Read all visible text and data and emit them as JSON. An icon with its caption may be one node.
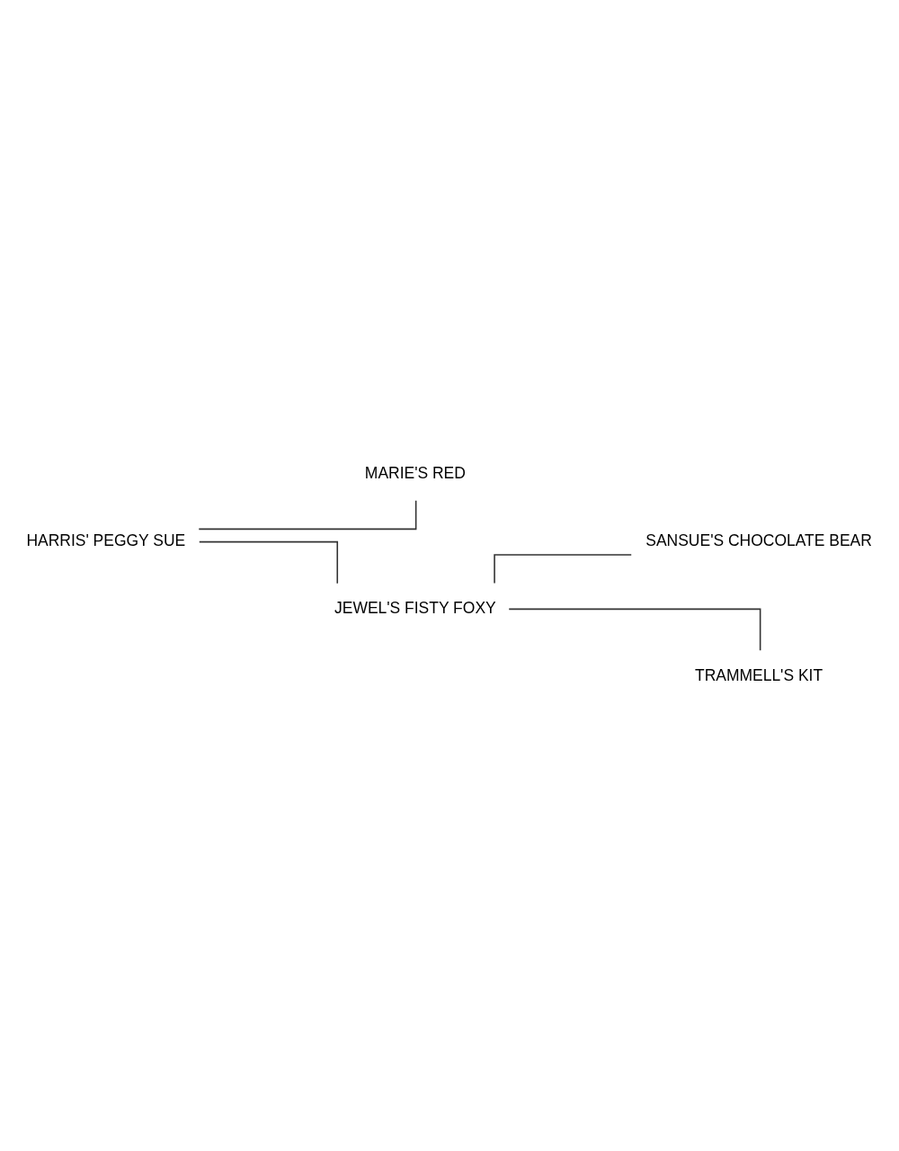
{
  "diagram": {
    "nodes": [
      {
        "text": [
          "HARRIS' PEGGY SUE"
        ]
      },
      {
        "text": [
          "MARIE'S RED"
        ]
      },
      {
        "text": [
          "JEWEL'S FISTY FOXY"
        ]
      },
      {
        "text": [
          "SANSUE'S CHOCOLATE BEAR"
        ]
      },
      {
        "text": [
          "TRAMMELL'S KIT"
        ]
      }
    ],
    "edges": [
      {
        "from": 0,
        "to": 1,
        "arrow": "none"
      },
      {
        "from": 0,
        "to": 2,
        "arrow": "none"
      },
      {
        "from": 2,
        "to": 3,
        "arrow": "none"
      },
      {
        "from": 2,
        "to": 4,
        "arrow": "none"
      }
    ]
  }
}
